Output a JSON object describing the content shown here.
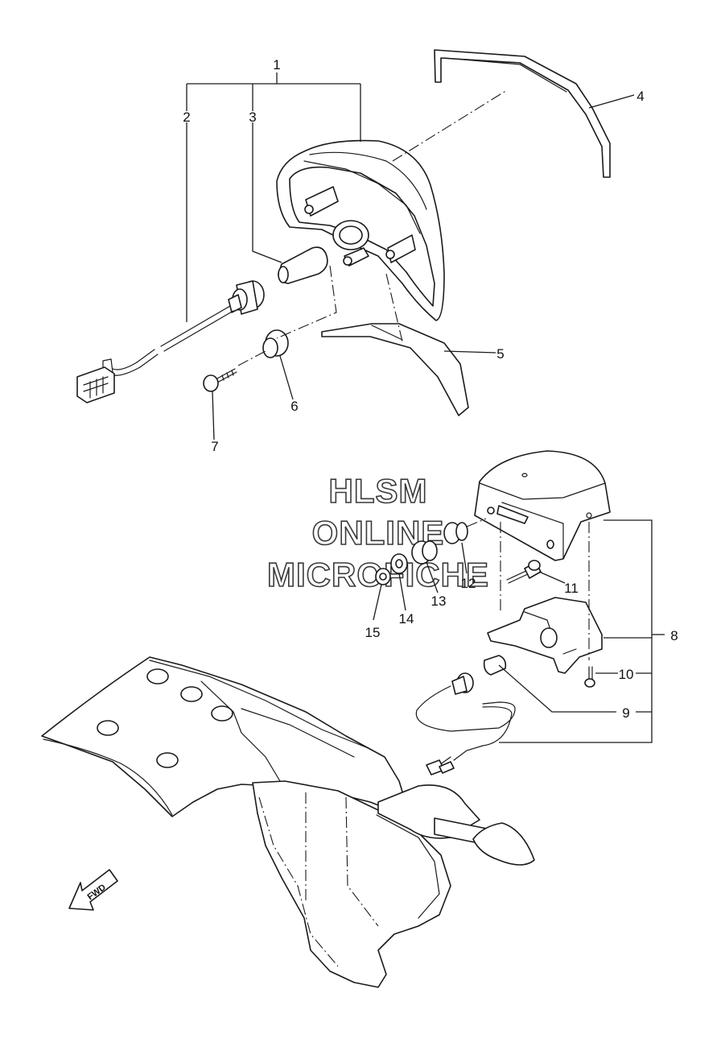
{
  "callouts": {
    "c1": "1",
    "c2": "2",
    "c3": "3",
    "c4": "4",
    "c5": "5",
    "c6": "6",
    "c7": "7",
    "c8": "8",
    "c9": "9",
    "c10": "10",
    "c11": "11",
    "c12": "12",
    "c13": "13",
    "c14": "14",
    "c15": "15"
  },
  "watermark": {
    "line1": "HLSM",
    "line2": "ONLINE",
    "line3": "MICROFICHE"
  },
  "direction_arrow": {
    "label": "FWD",
    "icon": "forward-arrow-icon"
  }
}
